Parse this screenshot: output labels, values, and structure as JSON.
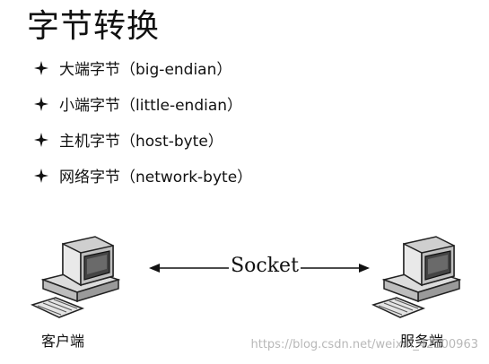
{
  "slide": {
    "title": "字节转换",
    "bullets": [
      {
        "text": "大端字节（big-endian）",
        "icon": "diamond-bullet-icon"
      },
      {
        "text": "小端字节（little-endian）",
        "icon": "diamond-bullet-icon"
      },
      {
        "text": "主机字节（host-byte）",
        "icon": "diamond-bullet-icon"
      },
      {
        "text": "网络字节（network-byte）",
        "icon": "diamond-bullet-icon"
      }
    ]
  },
  "diagram": {
    "connection_label": "Socket",
    "client_label": "客户端",
    "server_label": "服务端",
    "client_icon": "desktop-computer-icon",
    "server_icon": "desktop-computer-icon",
    "arrow_icon": "double-arrow-icon"
  },
  "watermark": "https://blog.csdn.net/weixin_42100963",
  "colors": {
    "text": "#111111",
    "background": "#ffffff",
    "watermark": "#a0a0a0"
  }
}
